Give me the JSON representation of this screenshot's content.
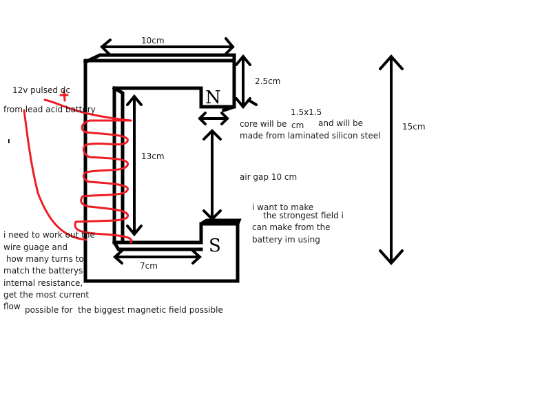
{
  "labels": {
    "width_top": "10cm",
    "pole_height": "2.5cm",
    "inner_height": "13cm",
    "inner_width": "7cm",
    "total_height": "15cm",
    "air_gap": "air gap 10 cm",
    "pole_north": "N",
    "pole_south": "S",
    "plus_sign": "+",
    "minus_sign": "-"
  },
  "notes": {
    "source_line1": "12v pulsed dc",
    "source_line2": "from lead acid battery",
    "core_prefix": "core will be",
    "core_size": "1.5x1.5",
    "core_unit": "cm",
    "core_suffix": "and will be",
    "core_material": "made from laminated silicon steel",
    "goal_line1": "i want to make",
    "goal_line2": "the strongest field i",
    "goal_line3": "can make from the",
    "goal_line4": "battery im using",
    "need_line1": "i need to work out the",
    "need_line2": "wire guage and",
    "need_line3": " how many turns to",
    "need_line4": "match the batterys",
    "need_line5": "internal resistance,",
    "need_line6": "get the most current",
    "need_line7a": "flow",
    "need_line7b": "possible for  the biggest magnetic field possible"
  },
  "colors": {
    "ink": "#000000",
    "coil": "#ee1c24"
  }
}
